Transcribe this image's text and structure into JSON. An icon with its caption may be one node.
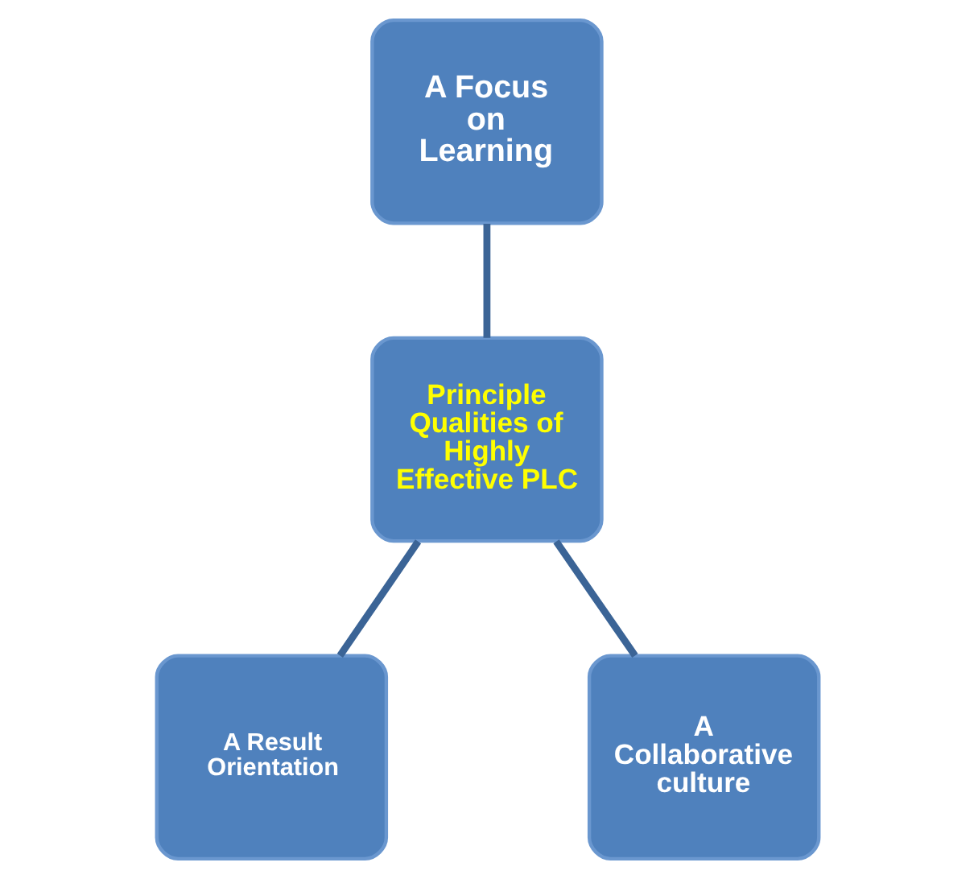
{
  "diagram": {
    "nodes": [
      {
        "text": [
          "A Focus on Learning"
        ]
      },
      {
        "text": [
          "Principle Qualities of Highly Effective PLC"
        ]
      },
      {
        "text": [
          "A Result Orientation"
        ]
      },
      {
        "text": [
          "A Collaborative culture"
        ]
      }
    ],
    "edges": [
      {
        "from": 0,
        "to": 1,
        "arrow": "none"
      },
      {
        "from": 1,
        "to": 2,
        "arrow": "none"
      },
      {
        "from": 1,
        "to": 3,
        "arrow": "none"
      }
    ]
  }
}
